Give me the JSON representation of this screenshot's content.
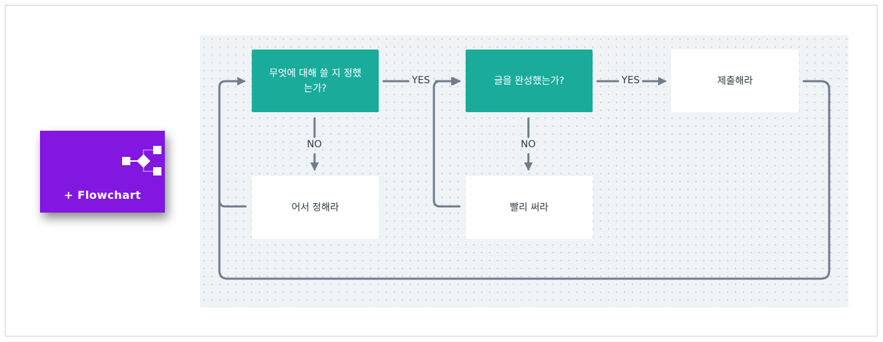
{
  "tile": {
    "label": "+ Flowchart",
    "icon": "flowchart-icon",
    "background": "#8217e0"
  },
  "flowchart": {
    "nodes": {
      "q1": "무엇에 대해 쓸 지 정했는가?",
      "a1": "어서 정해라",
      "q2": "글을 완성했는가?",
      "a2": "빨리 써라",
      "end": "제출해라"
    },
    "edge_labels": {
      "q1_yes": "YES",
      "q1_no": "NO",
      "q2_yes": "YES",
      "q2_no": "NO"
    },
    "colors": {
      "decision": "#1aab9b",
      "action": "#ffffff",
      "connector": "#6f7d8c",
      "canvas": "#f0f3f6"
    }
  }
}
